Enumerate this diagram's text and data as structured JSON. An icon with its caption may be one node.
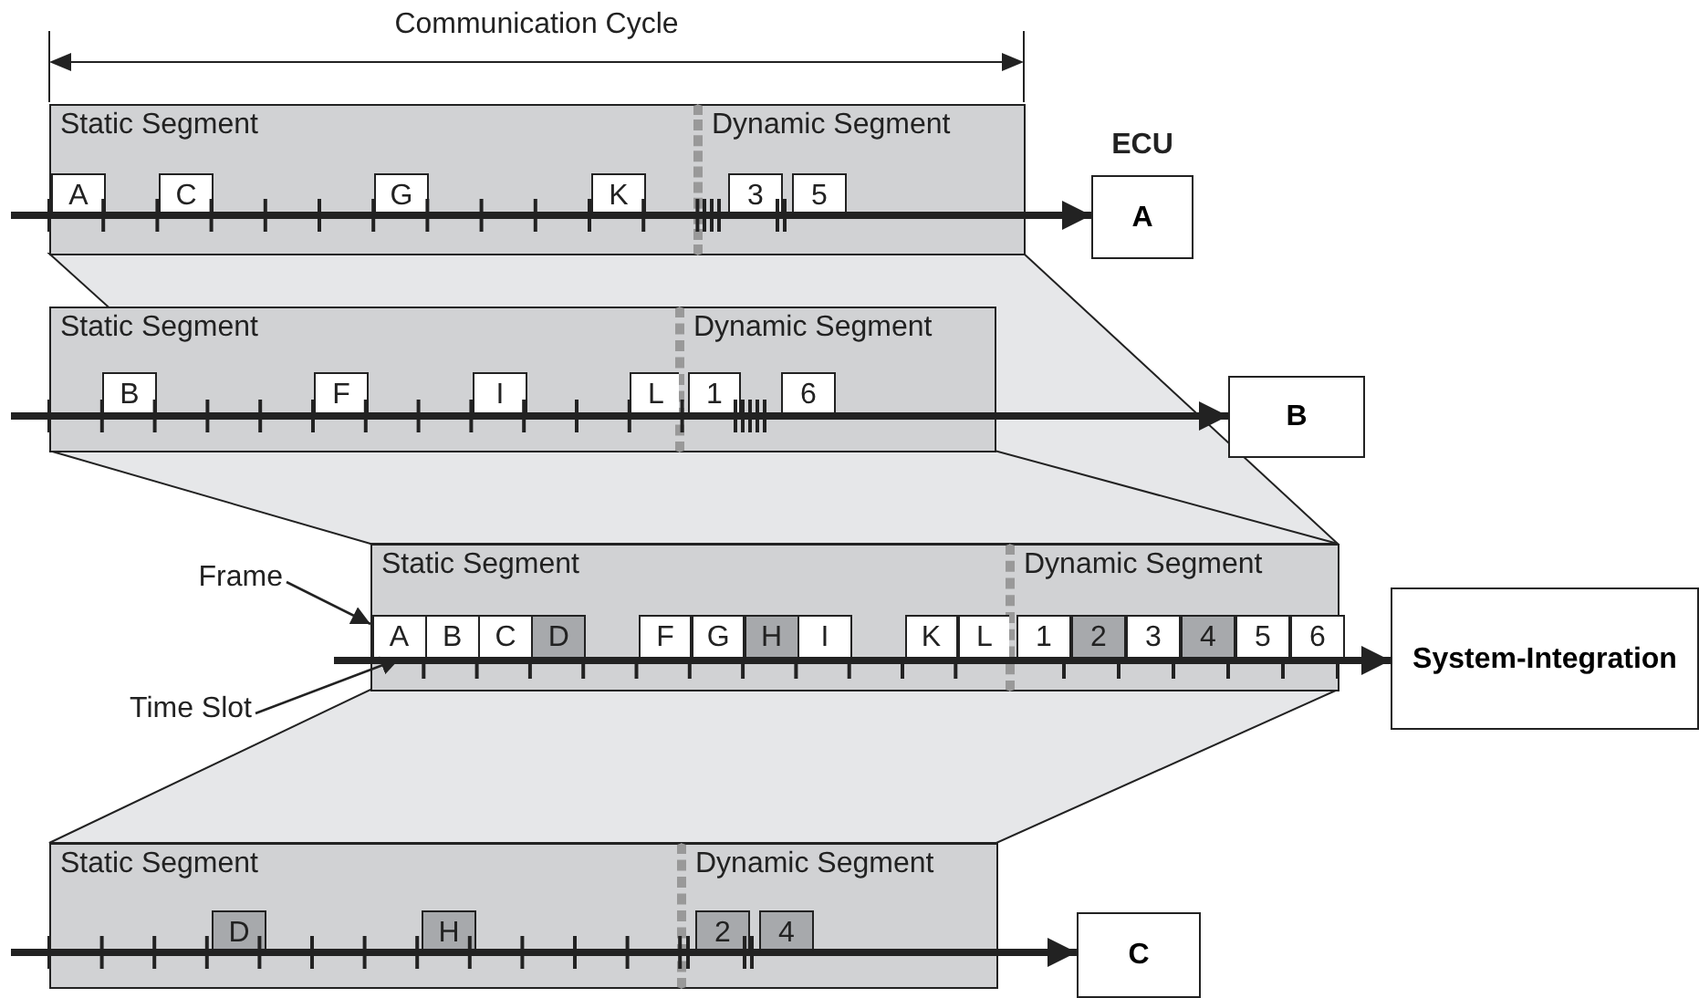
{
  "diagram": {
    "nodes": [
      {
        "text": [
          "Static Segment"
        ]
      },
      {
        "text": [
          "A"
        ],
        "in": 0
      },
      {
        "text": [
          "C"
        ],
        "in": 0
      },
      {
        "text": [
          "G"
        ],
        "in": 0
      },
      {
        "text": [
          "K"
        ],
        "in": 0
      },
      {
        "text": [
          "Dynamic Segment"
        ]
      },
      {
        "text": [
          "3"
        ],
        "in": 5
      },
      {
        "text": [
          "5"
        ],
        "in": 5
      },
      {
        "text": [
          "A"
        ],
        "beside": [
          "ECU"
        ]
      },
      {
        "text": [
          "Static Segment"
        ]
      },
      {
        "text": [
          "B"
        ],
        "in": 9
      },
      {
        "text": [
          "F"
        ],
        "in": 9
      },
      {
        "text": [
          "I"
        ],
        "in": 9
      },
      {
        "text": [
          "L"
        ],
        "in": 9
      },
      {
        "text": [
          "Dynamic Segment"
        ]
      },
      {
        "text": [
          "1"
        ],
        "in": 14
      },
      {
        "text": [
          "6"
        ],
        "in": 14
      },
      {
        "text": [
          "B"
        ]
      },
      {
        "text": [
          "Frame"
        ]
      },
      {
        "text": [
          "Time Slot"
        ]
      },
      {
        "text": [
          "Static Segment"
        ]
      },
      {
        "text": [
          "A"
        ],
        "in": 20
      },
      {
        "text": [
          "B"
        ],
        "in": 20
      },
      {
        "text": [
          "C"
        ],
        "in": 20
      },
      {
        "text": [
          "D"
        ],
        "in": 20
      },
      {
        "text": [
          "F"
        ],
        "in": 20
      },
      {
        "text": [
          "G"
        ],
        "in": 20
      },
      {
        "text": [
          "H"
        ],
        "in": 20
      },
      {
        "text": [
          "I"
        ],
        "in": 20
      },
      {
        "text": [
          "K"
        ],
        "in": 20
      },
      {
        "text": [
          "L"
        ],
        "in": 20
      },
      {
        "text": [
          "Dynamic Segment"
        ]
      },
      {
        "text": [
          "1"
        ],
        "in": 31
      },
      {
        "text": [
          "2"
        ],
        "in": 31
      },
      {
        "text": [
          "3"
        ],
        "in": 31
      },
      {
        "text": [
          "4"
        ],
        "in": 31
      },
      {
        "text": [
          "5"
        ],
        "in": 31
      },
      {
        "text": [
          "6"
        ],
        "in": 31
      },
      {
        "text": [
          "System-Integration"
        ]
      },
      {
        "text": [
          "Static Segment"
        ]
      },
      {
        "text": [
          "D"
        ],
        "in": 39
      },
      {
        "text": [
          "H"
        ],
        "in": 39
      },
      {
        "text": [
          "Dynamic Segment"
        ]
      },
      {
        "text": [
          "2"
        ],
        "in": 42
      },
      {
        "text": [
          "4"
        ],
        "in": 42
      },
      {
        "text": [
          "C"
        ]
      }
    ],
    "edges": [
      {
        "from": null,
        "to": 8,
        "arrow": "to"
      },
      {
        "from": null,
        "to": 17,
        "arrow": "to"
      },
      {
        "from": 18,
        "to": 21,
        "arrow": "to"
      },
      {
        "from": 19,
        "to": 21,
        "arrow": "to"
      },
      {
        "from": null,
        "to": 38,
        "arrow": "to"
      },
      {
        "from": null,
        "to": 45,
        "arrow": "to"
      }
    ],
    "labels": [
      "Communication Cycle"
    ]
  }
}
